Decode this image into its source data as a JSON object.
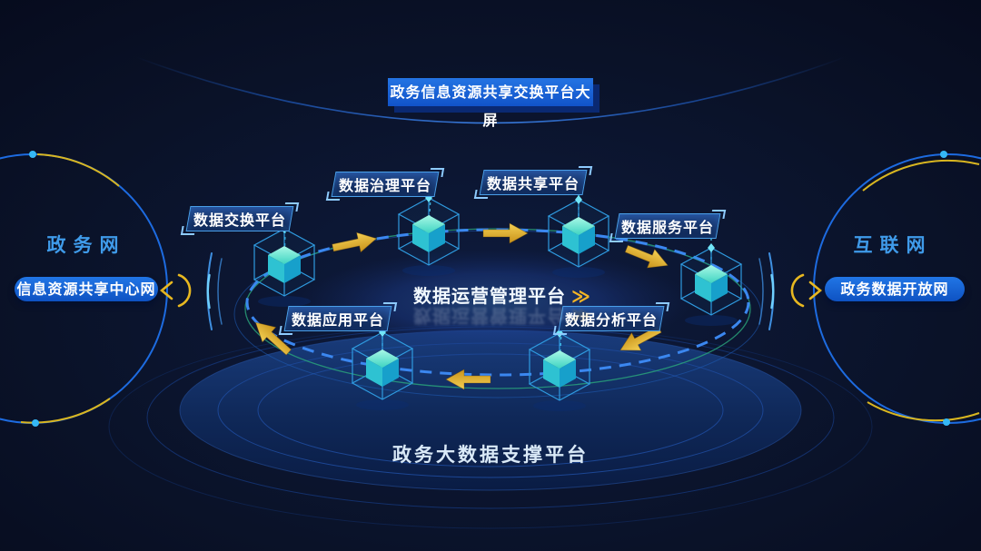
{
  "page": {
    "title": "政务信息资源共享交换平台大屏"
  },
  "left_network": {
    "name": "政务网",
    "node": "信息资源共享中心网"
  },
  "right_network": {
    "name": "互联网",
    "node": "政务数据开放网"
  },
  "center_ring": {
    "title": "数据运营管理平台",
    "title_arrow": "≫",
    "platforms": [
      {
        "label": "数据交换平台"
      },
      {
        "label": "数据治理平台"
      },
      {
        "label": "数据共享平台"
      },
      {
        "label": "数据服务平台"
      },
      {
        "label": "数据应用平台"
      },
      {
        "label": "数据分析平台"
      }
    ],
    "flow_direction": "clockwise"
  },
  "base_platform": {
    "title": "政务大数据支撑平台"
  },
  "colors": {
    "background": "#070d22",
    "primary_circle_blue": "#1d6be0",
    "dashed_ring_blue": "#3b87f0",
    "teal_ring_green": "#2aa87c",
    "arrow_gold": "#e2b02c",
    "cube_teal": "#4fdfca",
    "button_blue": "#1a64d6",
    "label_border_blue": "#4a9fe8",
    "network_text_blue": "#3f9bea"
  }
}
